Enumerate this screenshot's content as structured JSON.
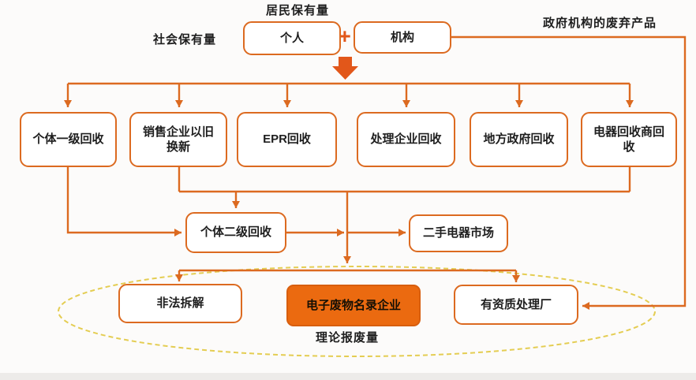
{
  "labels": {
    "resident_holdings": "居民保有量",
    "social_holdings": "社会保有量",
    "government_waste": "政府机构的废弃产品",
    "theoretical_scrap": "理论报废量",
    "plus_sign": "+"
  },
  "nodes": {
    "individual": "个人",
    "institution": "机构",
    "tier1": "个体一级回收",
    "trade_in": "销售企业以旧换新",
    "epr": "EPR回收",
    "processor": "处理企业回收",
    "local_gov": "地方政府回收",
    "retailer": "电器回收商回收",
    "tier2": "个体二级回收",
    "second_hand": "二手电器市场",
    "illegal": "非法拆解",
    "catalog": "电子废物名录企业",
    "qualified": "有资质处理厂"
  },
  "colors": {
    "line": "#dc6a20",
    "box_border": "#dc6a20",
    "box_fill": "#ffffff",
    "accent": "#e2571a",
    "catalog_fill": "#eb6a10",
    "ellipse": "#e4cd52",
    "text": "#1e1e1e",
    "bg": "#fcfbfa"
  }
}
